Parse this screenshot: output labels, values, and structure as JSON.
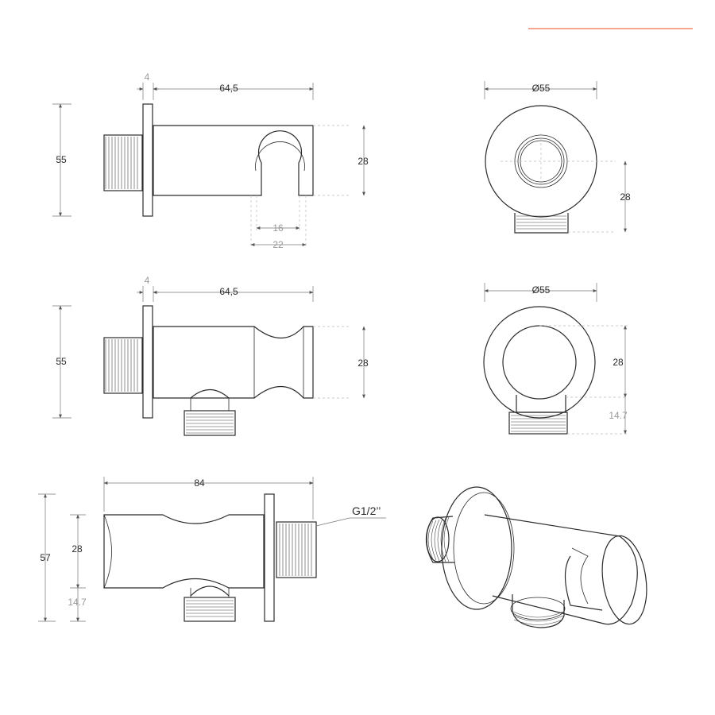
{
  "colors": {
    "accent": "#F08C6E",
    "line": "#2B2B2B",
    "dimension": "#777777",
    "secondary_text": "#999999"
  },
  "view1": {
    "label_plate": "4",
    "label_length": "64,5",
    "label_height": "55",
    "label_body": "28",
    "label_slot": "16",
    "label_slot_outer": "22"
  },
  "view2": {
    "label_dia": "Ø55",
    "label_height": "28"
  },
  "view3": {
    "label_plate": "4",
    "label_length": "64,5",
    "label_height": "55",
    "label_body": "28"
  },
  "view4": {
    "label_dia": "Ø55",
    "label_height": "28",
    "label_outlet": "14.7"
  },
  "view5": {
    "label_length": "84",
    "label_height": "57",
    "label_body": "28",
    "label_outlet": "14.7",
    "label_thread": "G1/2’’"
  }
}
